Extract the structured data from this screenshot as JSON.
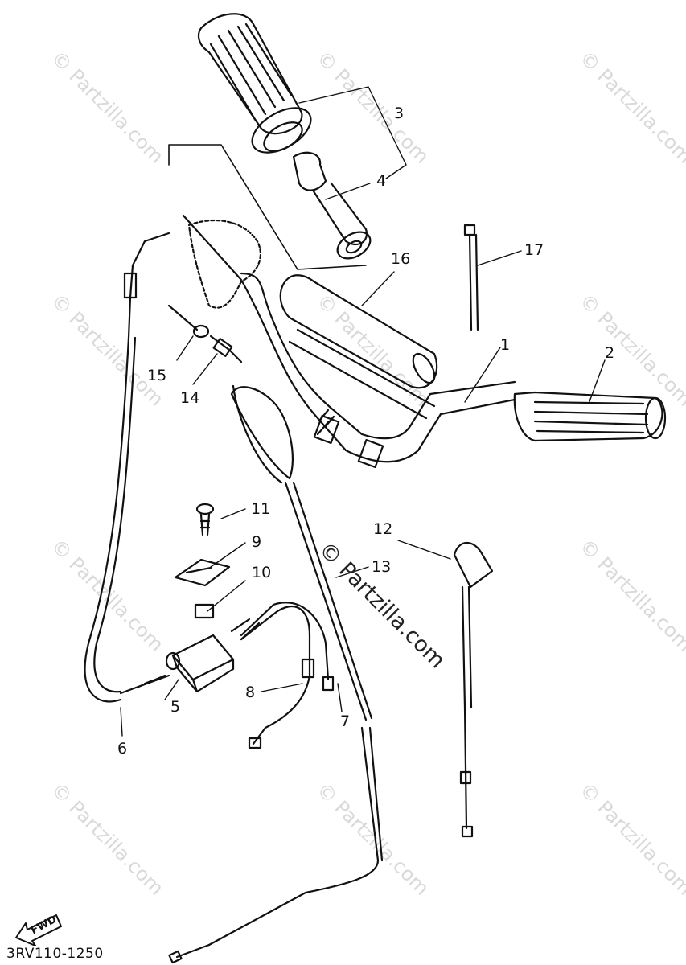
{
  "watermark": "© Partzilla.com",
  "diagram_code": "3RV110-1250",
  "direction_label": "FWD",
  "callouts": {
    "c1": "1",
    "c2": "2",
    "c3": "3",
    "c4": "4",
    "c5": "5",
    "c6": "6",
    "c7": "7",
    "c8": "8",
    "c9": "9",
    "c10": "10",
    "c11": "11",
    "c12": "12",
    "c13": "13",
    "c14": "14",
    "c15": "15",
    "c16": "16",
    "c17": "17"
  }
}
